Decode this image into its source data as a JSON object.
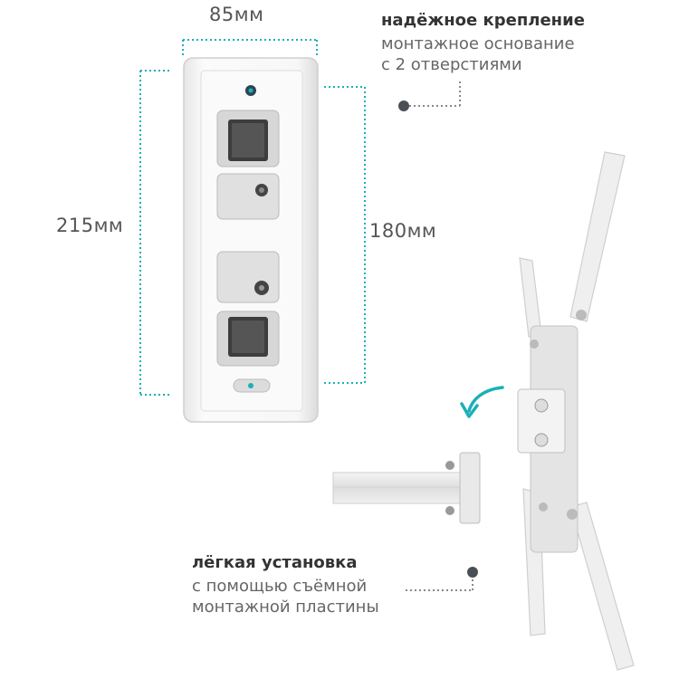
{
  "dimensions": {
    "width": "85мм",
    "height_total": "215мм",
    "height_holes": "180мм"
  },
  "feature_top": {
    "title": "надёжное крепление",
    "line1": "монтажное основание",
    "line2": "с 2 отверстиями"
  },
  "feature_bottom": {
    "title": "лёгкая установка",
    "line1": "с помощью съёмной",
    "line2": "монтажной пластины"
  },
  "colors": {
    "accent": "#1ab0b8",
    "dot": "#4a4f55",
    "plate": "#f2f2f2"
  }
}
